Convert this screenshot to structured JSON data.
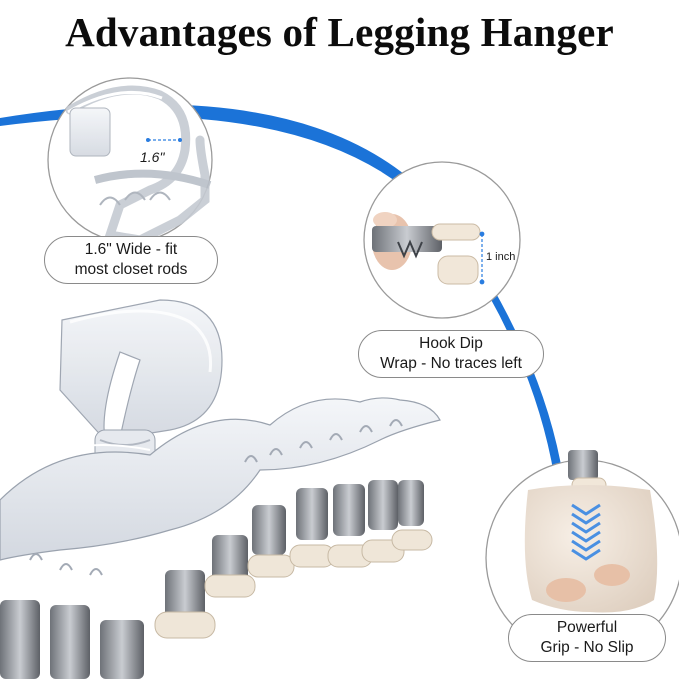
{
  "title": "Advantages of Legging Hanger",
  "callouts": {
    "width": {
      "measure": "1.6\"",
      "line1": "1.6\" Wide - fit",
      "line2": "most closet rods"
    },
    "hook": {
      "measure": "1 inch",
      "line1": "Hook Dip",
      "line2": "Wrap - No traces left"
    },
    "grip": {
      "line1": "Powerful",
      "line2": "Grip - No Slip"
    }
  },
  "colors": {
    "accent_blue": "#1b73d8",
    "arrow_blue": "#4a90e2"
  }
}
